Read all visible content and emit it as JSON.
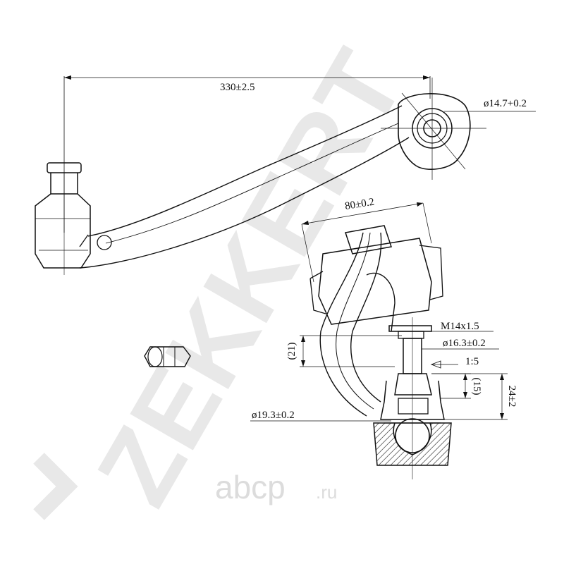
{
  "watermark": {
    "brand": "ZEKKERT",
    "site_name": "abcp",
    "site_suffix": ".ru"
  },
  "dimensions": {
    "overall_length": "330±2.5",
    "eye_bore": "ø14.7+0.2",
    "mount_width": "80±0.2",
    "thread": "M14x1.5",
    "stud_diameter_top": "ø16.3±0.2",
    "taper": "1:5",
    "ref_height_21": "(21)",
    "ref_height_15": "(15)",
    "stud_height": "24±2",
    "stud_diameter_base": "ø19.3±0.2"
  }
}
